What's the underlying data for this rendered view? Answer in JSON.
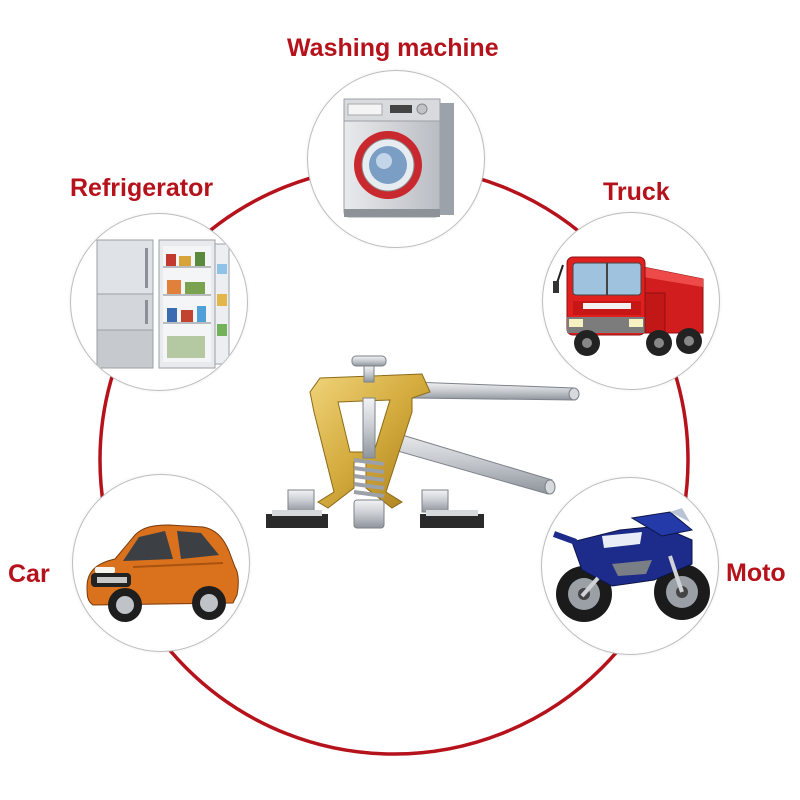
{
  "labels": {
    "washing_machine": "Washing machine",
    "refrigerator": "Refrigerator",
    "truck": "Truck",
    "car": "Car",
    "moto": "Moto"
  },
  "colors": {
    "accent": "#b5121b",
    "ring": "#b5121b",
    "tool_gold": "#d3aa3c",
    "tool_silver": "#c7cbd0",
    "car_orange": "#d9711d",
    "truck_red": "#e01f1f",
    "moto_blue": "#1d2c8a"
  },
  "icons": {
    "center": "dent-puller-tool-icon",
    "washing_machine": "washing-machine-icon",
    "refrigerator": "refrigerator-icon",
    "truck": "truck-icon",
    "car": "car-icon",
    "moto": "motorcycle-icon"
  }
}
